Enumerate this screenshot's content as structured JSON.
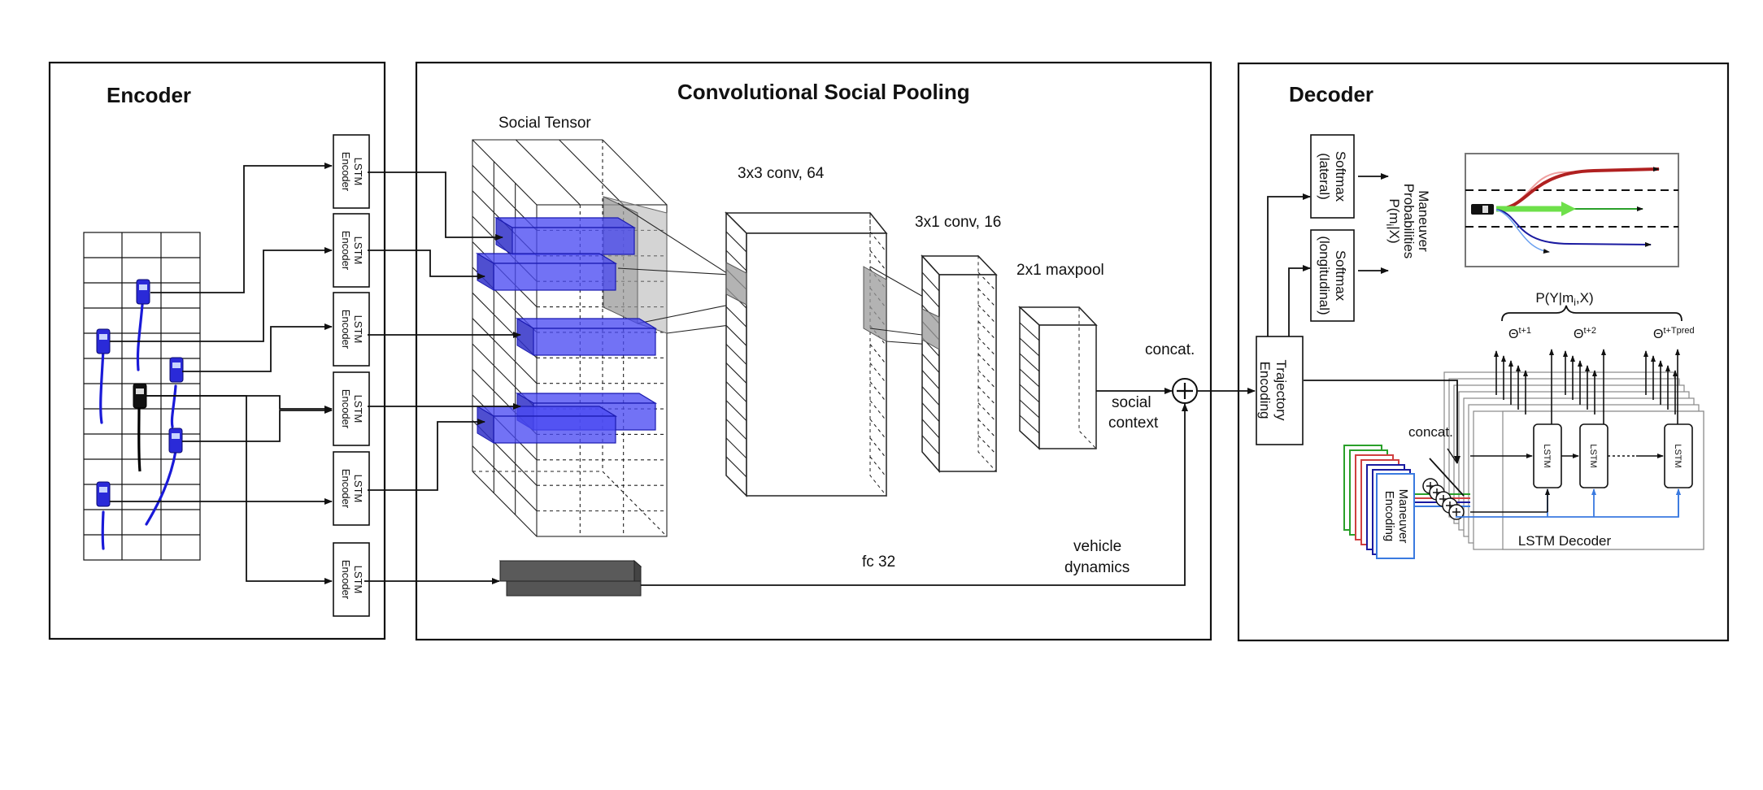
{
  "panels": {
    "encoder": "Encoder",
    "pooling": "Convolutional Social Pooling",
    "decoder": "Decoder"
  },
  "lstm_encoder_label": [
    "LSTM",
    "Encoder"
  ],
  "labels": {
    "social_tensor": "Social Tensor",
    "conv1": "3x3 conv, 64",
    "conv2": "3x1 conv, 16",
    "maxpool": "2x1 maxpool",
    "concat_main": "concat.",
    "social_context": [
      "social",
      "context"
    ],
    "fc": "fc 32",
    "vehicle_dynamics": [
      "vehicle",
      "dynamics"
    ],
    "trajectory_encoding": [
      "Trajectory",
      "Encoding"
    ],
    "softmax_lateral": [
      "Softmax",
      "(lateral)"
    ],
    "softmax_longitudinal": [
      "Softmax",
      "(longitudinal)"
    ],
    "maneuver_probabilities": [
      "Maneuver",
      "Probabilities",
      "P(m",
      "|X)"
    ],
    "p_y": "P(Y|m",
    "p_y_tail": ",X)",
    "theta_1": "Θ",
    "theta_1_sup": "t+1",
    "theta_2": "Θ",
    "theta_2_sup": "t+2",
    "theta_3": "Θ",
    "theta_3_sup": "t+Tpred",
    "ellipsis": "....",
    "concat_decoder": "concat.",
    "maneuver_encoding": [
      "Maneuver",
      "Encoding"
    ],
    "lstm": "LSTM",
    "lstm_decoder": "LSTM Decoder",
    "subscript_i": "i"
  },
  "colors": {
    "vehicle": "#2a2ad8",
    "ego": "#000000",
    "slab": "#4a4af2",
    "maneuver_red": "#b02020",
    "maneuver_green": "#2aa02a",
    "maneuver_blue": "#1a1aa0"
  }
}
